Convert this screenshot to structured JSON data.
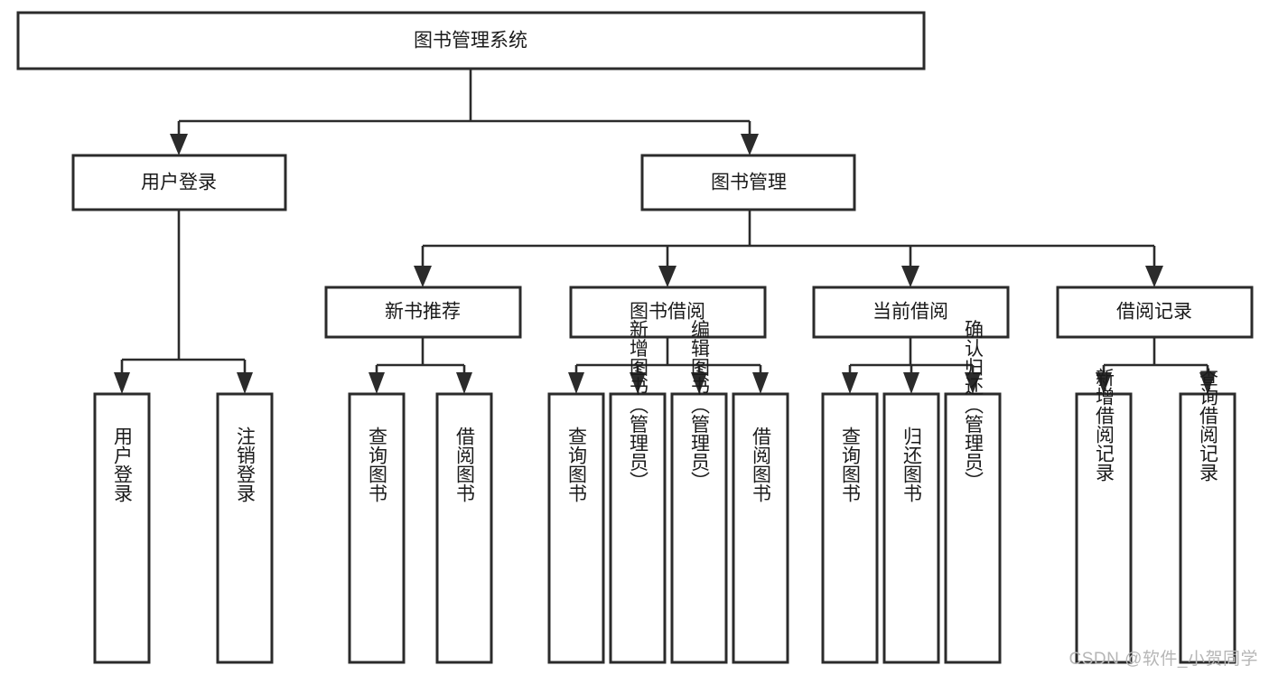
{
  "diagram": {
    "title": "图书管理系统",
    "type": "tree-hierarchy-diagram",
    "orientation": "top-down",
    "colors": {
      "box_stroke": "#2b2b2b",
      "box_fill": "#ffffff",
      "connector": "#2b2b2b",
      "text": "#1a1a1a",
      "watermark": "#b6b6b6",
      "background": "#ffffff"
    }
  },
  "root": {
    "label": "图书管理系统"
  },
  "level2": [
    {
      "label": "用户登录"
    },
    {
      "label": "图书管理"
    }
  ],
  "level3": [
    {
      "label": "新书推荐"
    },
    {
      "label": "图书借阅"
    },
    {
      "label": "当前借阅"
    },
    {
      "label": "借阅记录"
    }
  ],
  "leaves": {
    "user_login": [
      {
        "label": "用户登录"
      },
      {
        "label": "注销登录"
      }
    ],
    "new_book_recommend": [
      {
        "label": "查询图书"
      },
      {
        "label": "借阅图书"
      }
    ],
    "book_borrow": [
      {
        "label": "查询图书"
      },
      {
        "label": "新增图书（管理员）"
      },
      {
        "label": "编辑图书（管理员）"
      },
      {
        "label": "借阅图书"
      }
    ],
    "current_borrow": [
      {
        "label": "查询图书"
      },
      {
        "label": "归还图书"
      },
      {
        "label": "确认归还（管理员）"
      }
    ],
    "borrow_record": [
      {
        "label": "新增借阅记录"
      },
      {
        "label": "查询借阅记录"
      }
    ]
  },
  "watermark": {
    "text": "CSDN @软件_小贺同学"
  }
}
